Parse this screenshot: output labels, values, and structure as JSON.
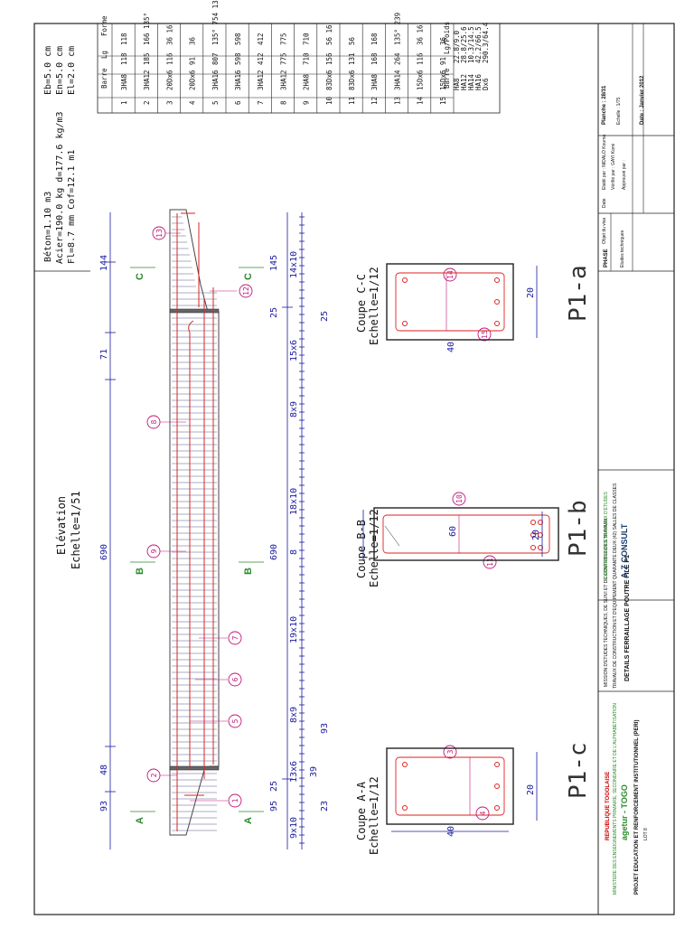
{
  "header": {
    "concrete": "Béton=1.10 m3",
    "steel": "Acier=190.0 kg d=177.6 kg/m3",
    "misc": "Fl=8.7 mm Cof=12.1 m1",
    "covers": [
      "Eb=5.0 cm",
      "En=5.0 cm",
      "El=2.0 cm"
    ]
  },
  "elevation": {
    "title": "Elévation",
    "scale": "Echelle=1/51",
    "top_dims": [
      "93",
      "48",
      "690",
      "71",
      "144"
    ],
    "bottom_dims_1": [
      "95",
      "25",
      "690",
      "25",
      "145"
    ],
    "bottom_dims_2": [
      "9x10",
      "13x6",
      "8x9",
      "19x10",
      "8",
      "18x10",
      "8x9",
      "15x6",
      "14x10"
    ],
    "small_dims": [
      "23",
      "39",
      "93",
      "25"
    ],
    "section_marks": [
      "A",
      "A",
      "B",
      "B",
      "C",
      "C"
    ],
    "bar_marks": [
      "1",
      "2",
      "3",
      "4",
      "5",
      "6",
      "7",
      "8",
      "9",
      "10",
      "11",
      "12",
      "13",
      "14",
      "15"
    ]
  },
  "sections": [
    {
      "title": "Coupe A-A",
      "scale": "Echelle=1/12",
      "width": "20",
      "height": "40",
      "tag": "P1-c"
    },
    {
      "title": "Coupe B-B",
      "scale": "Echelle=1/12",
      "width": "20",
      "height": "60",
      "tag": "P1-b"
    },
    {
      "title": "Coupe C-C",
      "scale": "Echelle=1/12",
      "width": "20",
      "height": "40",
      "tag": "P1-a"
    }
  ],
  "schedule": {
    "headers": [
      "",
      "Barre",
      "Lg",
      "Forme"
    ],
    "rows": [
      [
        "1",
        "3HA8",
        "118",
        "118"
      ],
      [
        "2",
        "3HA12",
        "185",
        "166 135°"
      ],
      [
        "3",
        "20Dx6",
        "116",
        "36 16"
      ],
      [
        "4",
        "20Dx6",
        "91",
        "36"
      ],
      [
        "5",
        "3HA16",
        "807",
        "135° 754 135°"
      ],
      [
        "6",
        "3HA16",
        "598",
        "598"
      ],
      [
        "7",
        "3HA12",
        "412",
        "412"
      ],
      [
        "8",
        "3HA12",
        "775",
        "775"
      ],
      [
        "9",
        "2HA8",
        "710",
        "710"
      ],
      [
        "10",
        "83Dx6",
        "156",
        "56 16"
      ],
      [
        "11",
        "83Dx6",
        "131",
        "56"
      ],
      [
        "12",
        "3HA8",
        "168",
        "168"
      ],
      [
        "13",
        "3HA14",
        "264",
        "135° 239"
      ],
      [
        "14",
        "15Dx6",
        "116",
        "36 16"
      ],
      [
        "15",
        "15Dx6",
        "91",
        "36"
      ]
    ],
    "weights_header": [
      "Barre",
      "Lg/Poids"
    ],
    "weights": [
      [
        "HA8",
        "22.8/9.0"
      ],
      [
        "HA12",
        "28.8/25.6"
      ],
      [
        "HA14",
        "10.3/14.5"
      ],
      [
        "HA16",
        "42.2/66.5"
      ],
      [
        "Dx6",
        "290.3/64.4"
      ]
    ]
  },
  "title_block": {
    "republic": "REPUBLIQUE TOGOLAISE",
    "ministry": "MINISTERE DES ENSEIGNEMENTS PRIMAIRE, SECONDAIRE ET DE L'ALPHABETISATION",
    "agency": "agetur - TOGO",
    "project": "PROJET EDUCATION ET RENFORCEMENT INSTITUTIONNEL (PERI)",
    "lot": "LOT 8",
    "mission": "MISSION D'ETUDES TECHNIQUES, DE SUIVI ET DE CONTROLE DES TRAVAUX",
    "works": "TRAVAUX DE CONSTRUCTION ET D'EQUIPEMENT QUARANTE DEUX (42) SALLES DE CLASSES",
    "drawing_title": "DETAILS FERRAILLAGE POUTRE FILE P1",
    "group": "GROUPEMENT DE BUREAUX D'ETUDES",
    "firm": "A-Z CONSULT",
    "phase_label": "PHASE",
    "phase_value": "Etudes techniques",
    "object_label": "Objet du visa",
    "date_label": "Date",
    "drawn_by": "Etabli par : NIDALO Kouma",
    "checked_by": "Vérifié par : GAYI Komi",
    "approved_by": "Approuvé par :",
    "sheet": "Planche : 28/31",
    "scale": "Echelle : 1/75",
    "date": "Date : Janvier 2012"
  }
}
